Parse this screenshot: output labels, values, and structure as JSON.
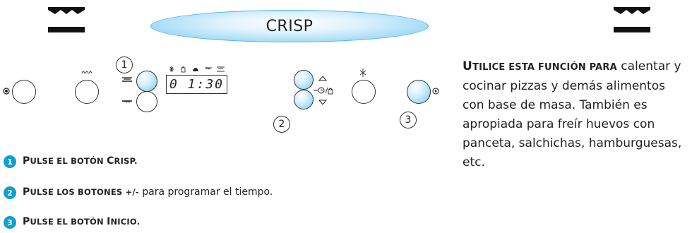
{
  "banner": {
    "label": "CRISP"
  },
  "panel": {
    "display_value": "0 1:30",
    "callouts": [
      "1",
      "2",
      "3"
    ]
  },
  "steps": [
    {
      "num": "1",
      "lead_cap": "P",
      "lead_small": "ULSE EL BOTÓN ",
      "lead_cap2": "C",
      "lead_small2": "RISP.",
      "rest": ""
    },
    {
      "num": "2",
      "lead_cap": "P",
      "lead_small": "ULSE LOS BOTONES +/-",
      "lead_cap2": "",
      "lead_small2": "",
      "rest": " para programar el tiempo."
    },
    {
      "num": "3",
      "lead_cap": "P",
      "lead_small": "ULSE EL BOTÓN ",
      "lead_cap2": "I",
      "lead_small2": "NICIO.",
      "rest": ""
    }
  ],
  "description": {
    "lead_cap": "U",
    "lead_small": "TILICE ESTA FUNCIÓN PARA",
    "body": " calentar y cocinar pizzas y demás alimentos con base de masa. También es apropiada para freír huevos con panceta, salchichas, hamburguesas, etc."
  }
}
